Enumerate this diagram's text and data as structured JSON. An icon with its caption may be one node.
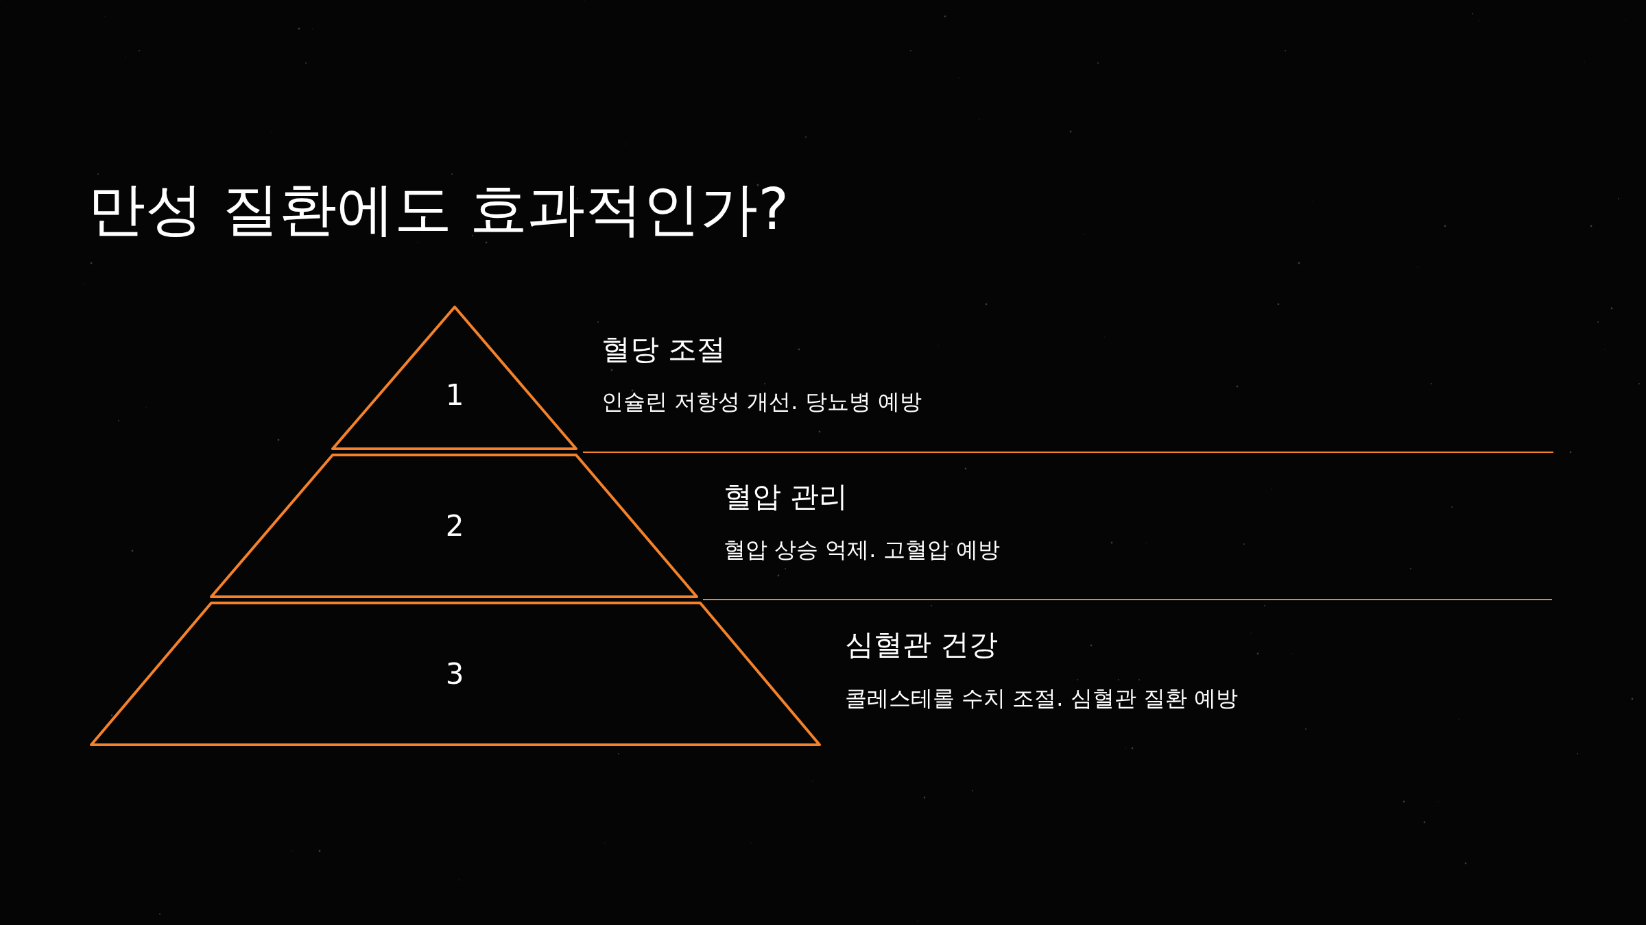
{
  "diagram": {
    "title": "만성 질환에도 효과적인가?",
    "nodes": [
      {
        "text": [
          "1"
        ],
        "beside": [
          "혈당 조절",
          "인슐린 저항성 개선. 당뇨병 예방"
        ]
      },
      {
        "text": [
          "2"
        ],
        "beside": [
          "혈압 관리",
          "혈압 상승 억제. 고혈압 예방"
        ]
      },
      {
        "text": [
          "3"
        ],
        "beside": [
          "심혈관 건강",
          "콜레스테롤 수치 조절. 심혈관 질환 예방"
        ]
      }
    ]
  }
}
